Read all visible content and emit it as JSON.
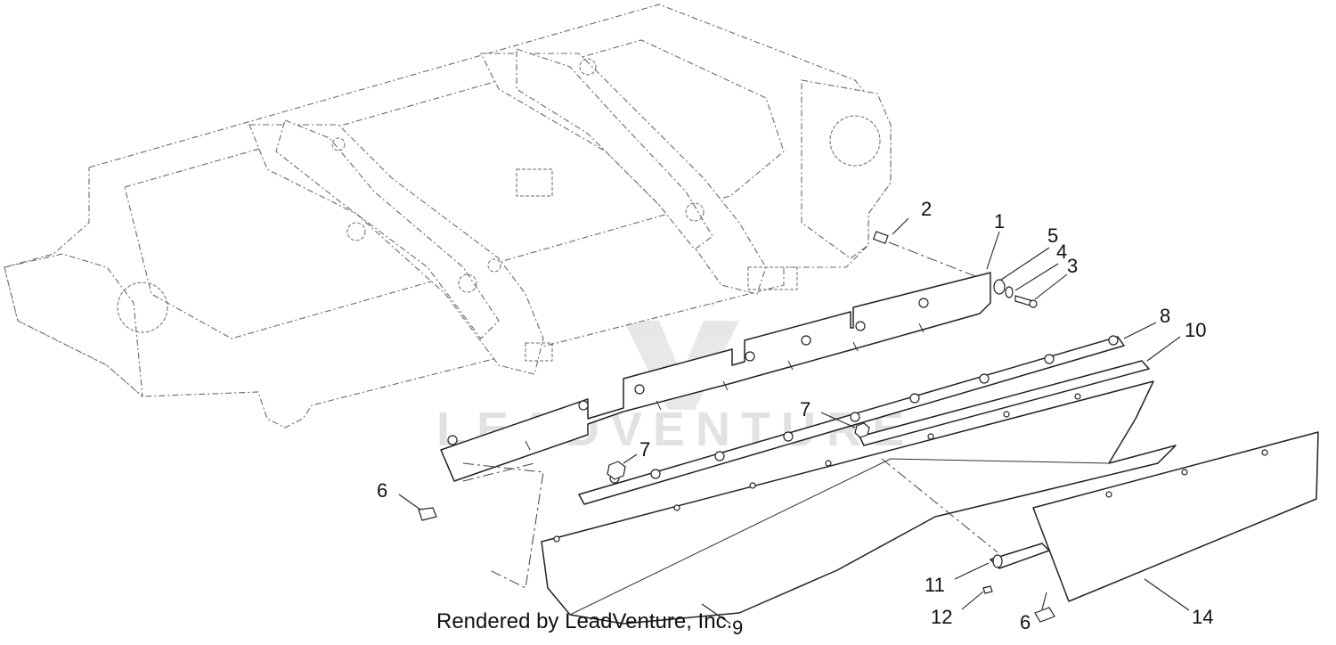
{
  "credit_text": "Rendered by LeadVenture, Inc.",
  "watermark_text": "LEADVENTURE",
  "callouts": [
    "1",
    "2",
    "3",
    "4",
    "5",
    "6",
    "6",
    "7",
    "7",
    "8",
    "9",
    "10",
    "11",
    "12",
    "14"
  ],
  "colors": {
    "line": "#222222",
    "ghost_line": "#6a6a6a",
    "watermark": "#d9d9d9"
  }
}
